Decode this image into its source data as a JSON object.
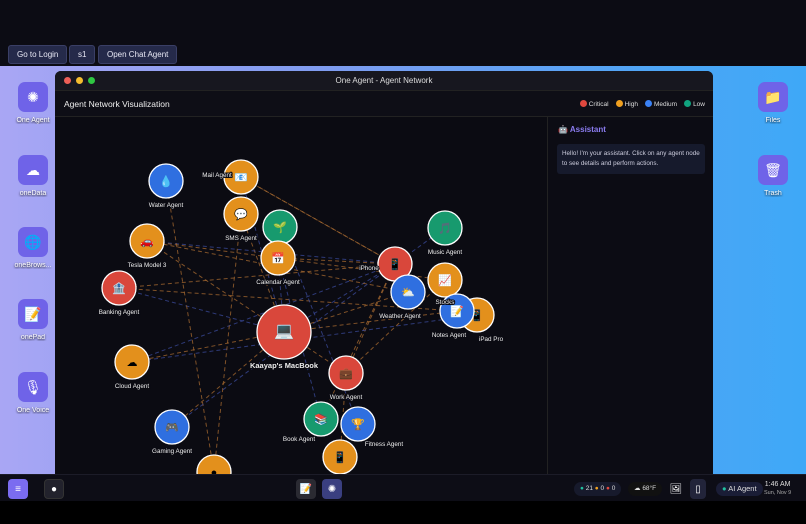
{
  "topbar": {
    "buttons": [
      "Go to Login",
      "s1",
      "Open Chat Agent"
    ]
  },
  "desktop": {
    "left_icons": [
      {
        "label": "One Agent",
        "icon": "✺"
      },
      {
        "label": "oneData",
        "icon": "☁"
      },
      {
        "label": "oneBrows...",
        "icon": "🌐"
      },
      {
        "label": "onePad",
        "icon": "📝"
      },
      {
        "label": "One Voice",
        "icon": "🎙"
      }
    ],
    "right_icons": [
      {
        "label": "Files",
        "icon": "📁"
      },
      {
        "label": "Trash",
        "icon": "🗑"
      }
    ]
  },
  "window": {
    "title": "One Agent - Agent Network",
    "header": "Agent Network Visualization",
    "legend": [
      {
        "label": "Critical",
        "color": "#e0483e"
      },
      {
        "label": "High",
        "color": "#f0a020"
      },
      {
        "label": "Medium",
        "color": "#3b82f6"
      },
      {
        "label": "Low",
        "color": "#10a37f"
      }
    ]
  },
  "colors": {
    "critical": "#d9473b",
    "high": "#e3901c",
    "medium": "#2f6fe0",
    "low": "#179a6e"
  },
  "nodes": [
    {
      "id": "water",
      "label": "Water Agent",
      "level": "medium",
      "icon": "💧"
    },
    {
      "id": "mail",
      "label": "Mail Agent",
      "level": "high",
      "icon": "📧"
    },
    {
      "id": "sms",
      "label": "SMS Agent",
      "level": "high",
      "icon": "💬"
    },
    {
      "id": "plant",
      "label": "",
      "level": "low",
      "icon": "🌱"
    },
    {
      "id": "tesla",
      "label": "Tesla Model 3",
      "level": "high",
      "icon": "🚗"
    },
    {
      "id": "calendar",
      "label": "Calendar Agent",
      "level": "high",
      "icon": "📅"
    },
    {
      "id": "banking",
      "label": "Banking Agent",
      "level": "critical",
      "icon": "🏦"
    },
    {
      "id": "macbook",
      "label": "Kaayap's MacBook",
      "level": "critical",
      "icon": "💻"
    },
    {
      "id": "cloud",
      "label": "Cloud Agent",
      "level": "high",
      "icon": "☁"
    },
    {
      "id": "gaming",
      "label": "Gaming Agent",
      "level": "medium",
      "icon": "🎮"
    },
    {
      "id": "work",
      "label": "Work Agent",
      "level": "critical",
      "icon": "💼"
    },
    {
      "id": "book",
      "label": "Book Agent",
      "level": "low",
      "icon": "📚"
    },
    {
      "id": "fitness",
      "label": "Fitness Agent",
      "level": "medium",
      "icon": "🏆"
    },
    {
      "id": "orange1",
      "label": "",
      "level": "high",
      "icon": "📱"
    },
    {
      "id": "orange2",
      "label": "",
      "level": "high",
      "icon": "●"
    },
    {
      "id": "iphone",
      "label": "iPhone",
      "level": "critical",
      "icon": "📱"
    },
    {
      "id": "music",
      "label": "Music Agent",
      "level": "low",
      "icon": "🎵"
    },
    {
      "id": "stocks",
      "label": "Stocks",
      "level": "high",
      "icon": "📈"
    },
    {
      "id": "weather",
      "label": "Weather Agent",
      "level": "medium",
      "icon": "⛅"
    },
    {
      "id": "ipad",
      "label": "iPad Pro",
      "level": "high",
      "icon": "📱"
    },
    {
      "id": "notes",
      "label": "Notes Agent",
      "level": "medium",
      "icon": "📝"
    }
  ],
  "edges": [
    [
      "macbook",
      "mail"
    ],
    [
      "macbook",
      "sms"
    ],
    [
      "macbook",
      "tesla"
    ],
    [
      "macbook",
      "banking"
    ],
    [
      "macbook",
      "cloud"
    ],
    [
      "macbook",
      "work"
    ],
    [
      "macbook",
      "iphone"
    ],
    [
      "macbook",
      "weather"
    ],
    [
      "macbook",
      "notes"
    ],
    [
      "macbook",
      "calendar"
    ],
    [
      "macbook",
      "gaming"
    ],
    [
      "iphone",
      "mail"
    ],
    [
      "iphone",
      "tesla"
    ],
    [
      "iphone",
      "banking"
    ],
    [
      "iphone",
      "calendar"
    ],
    [
      "iphone",
      "music"
    ],
    [
      "iphone",
      "work"
    ],
    [
      "iphone",
      "book"
    ],
    [
      "iphone",
      "cloud"
    ],
    [
      "weather",
      "tesla"
    ],
    [
      "notes",
      "banking"
    ],
    [
      "ipad",
      "cloud"
    ],
    [
      "water",
      "orange2"
    ],
    [
      "sms",
      "orange2"
    ],
    [
      "calendar",
      "book"
    ],
    [
      "mail",
      "iphone"
    ],
    [
      "stocks",
      "work"
    ],
    [
      "plant",
      "fitness"
    ],
    [
      "tesla",
      "stocks"
    ],
    [
      "work",
      "orange1"
    ],
    [
      "gaming",
      "iphone"
    ]
  ],
  "assistant": {
    "title": "Assistant",
    "icon": "🤖",
    "message": "Hello! I'm your assistant. Click on any agent node to see details and perform actions."
  },
  "taskbar": {
    "status": [
      {
        "count": "21",
        "color": "#22c0a0"
      },
      {
        "count": "0",
        "color": "#f0a020"
      },
      {
        "count": "0",
        "color": "#e0483e"
      }
    ],
    "weather": "68°F",
    "ai_agent": "AI Agent",
    "time": "1:46 AM",
    "date": "Sun, Nov 9"
  }
}
